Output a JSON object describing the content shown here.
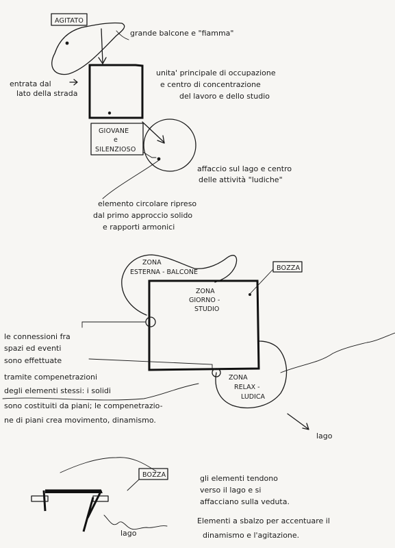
{
  "diagram1": {
    "agitato_label": "AGITATO",
    "balcone_note": "grande balcone e \"fiamma\"",
    "entrata_note": [
      "entrata dal",
      "lato della strada"
    ],
    "unita_note": [
      "unita' principale di occupazione",
      "e centro di concentrazione",
      "del lavoro e dello studio"
    ],
    "giovane_label": [
      "GIOVANE",
      "e",
      "SILENZIOSO"
    ],
    "affaccio_note": [
      "affaccio sul lago e centro",
      "delle attività \"ludiche\""
    ],
    "circolare_note": [
      "elemento circolare ripreso",
      "dal primo approccio solido",
      "e rapporti armonici"
    ]
  },
  "diagram2": {
    "zona_esterna": [
      "ZONA",
      "ESTERNA - BALCONE"
    ],
    "bozza_label": "BOZZA",
    "zona_giorno": [
      "ZONA",
      "GIORNO -",
      "STUDIO"
    ],
    "zona_relax": [
      "ZONA",
      "RELAX -",
      "LUDICA"
    ],
    "connessioni_note": [
      "le connessioni fra",
      "spazi ed eventi",
      "sono effettuate",
      "tramite compenetrazioni",
      "degli elementi stessi: i solidi",
      "sono costituiti da piani; le compenetrazio-",
      "ne di piani crea movimento, dinamismo."
    ],
    "lago_label": "lago"
  },
  "diagram3": {
    "bozza_label": "BOZZA",
    "lago_label": "lago",
    "tendono_note": [
      "gli elementi tendono",
      "verso il lago e si",
      "affacciano sulla veduta."
    ],
    "sbalzo_note": [
      "Elementi a sbalzo per accentuare il",
      "dinamismo e l'agitazione."
    ]
  }
}
